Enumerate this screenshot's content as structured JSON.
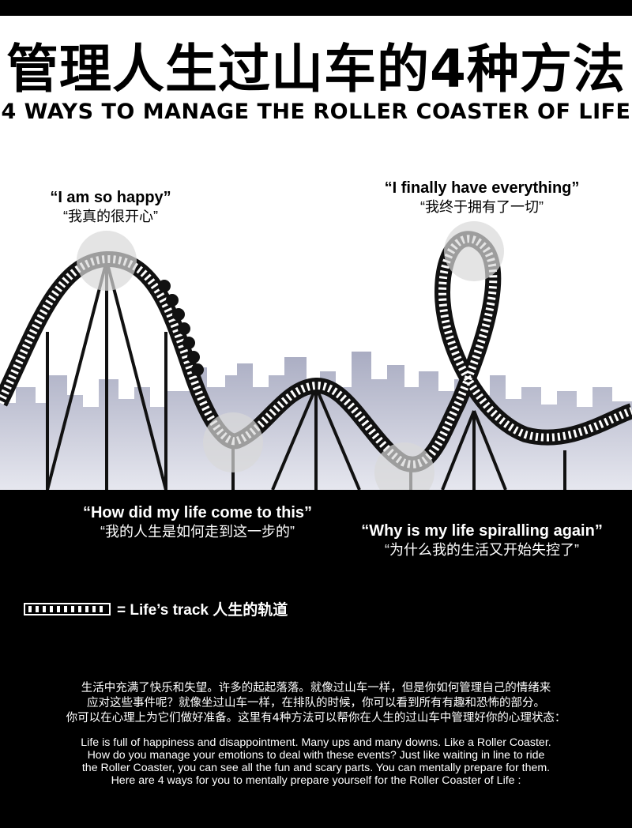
{
  "title": {
    "cn": "管理人生过山车的4种方法",
    "en": "4 WAYS TO MANAGE THE ROLLER COASTER OF LIFE"
  },
  "captions": [
    {
      "en": "“I am so happy”",
      "cn": "“我真的很开心”"
    },
    {
      "en": "“I finally have everything”",
      "cn": "“我终于拥有了一切”"
    },
    {
      "en": "“How did my life come to this”",
      "cn": "“我的人生是如何走到这一步的”"
    },
    {
      "en": "“Why is my life spiralling again”",
      "cn": "“为什么我的生活又开始失控了”"
    }
  ],
  "legend": {
    "icon": "track-icon",
    "label": "= Life’s track 人生的轨道"
  },
  "body": {
    "cn_lines": [
      "生活中充满了快乐和失望。许多的起起落落。就像过山车一样，但是你如何管理自己的情绪来",
      "应对这些事件呢？就像坐过山车一样，在排队的时候，你可以看到所有有趣和恐怖的部分。",
      "你可以在心理上为它们做好准备。这里有4种方法可以帮你在人生的过山车中管理好你的心理状态："
    ],
    "en_lines": [
      "Life is full of happiness and disappointment. Many ups and many downs. Like a Roller Coaster.",
      "How do you manage your emotions to deal with these events? Just like waiting in line to ride",
      "the Roller Coaster, you can see all the fun and scary parts. You can mentally prepare for them.",
      "Here are 4 ways for you to mentally prepare yourself for the Roller Coaster of Life :"
    ]
  },
  "colors": {
    "background": "#ffffff",
    "bottom_panel": "#000000",
    "skyline": "#a9acc2",
    "track": "#111111",
    "highlight": "#d9d9d9"
  }
}
